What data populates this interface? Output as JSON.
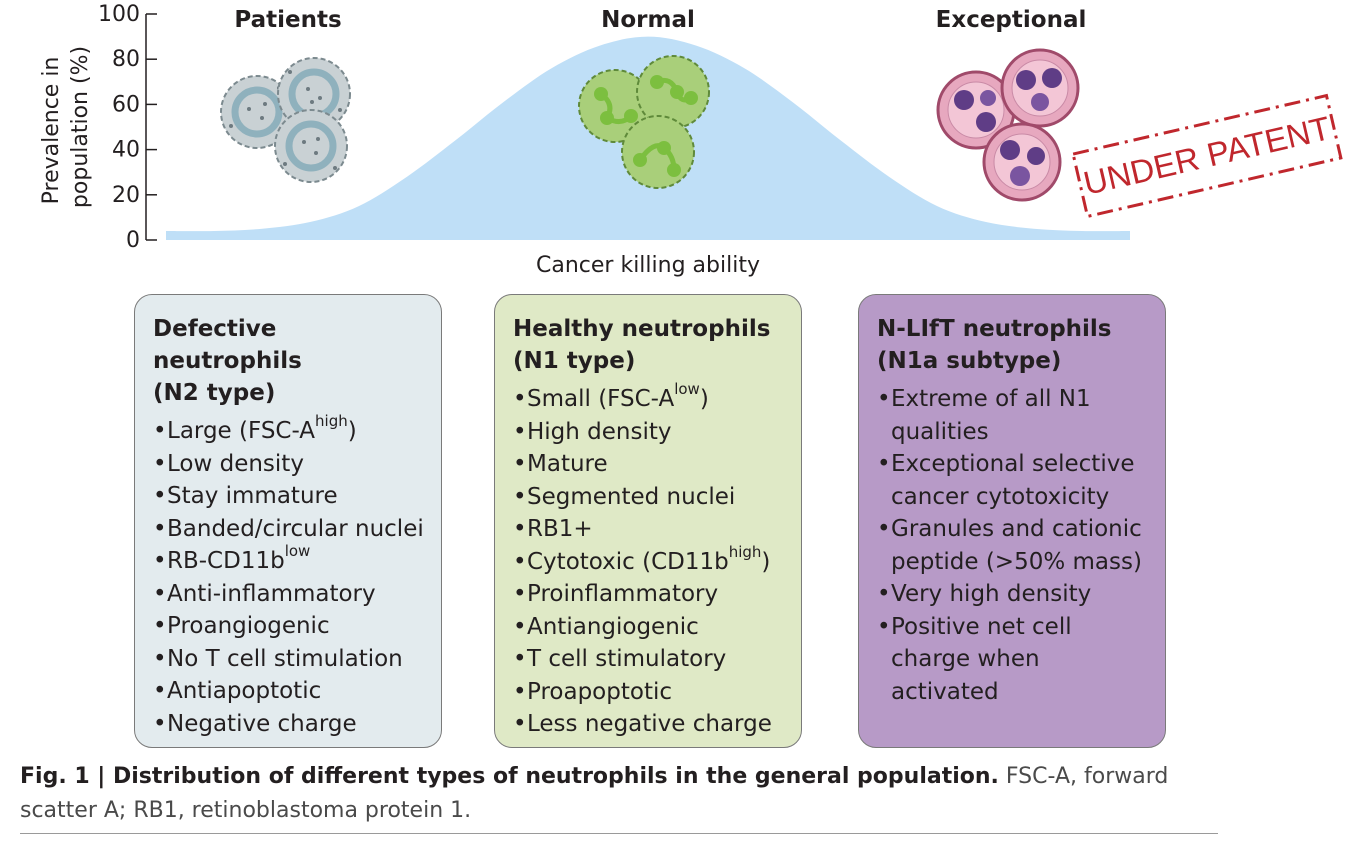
{
  "chart_data": {
    "type": "area",
    "ylabel_lines": [
      "Prevalence in",
      "population (%)"
    ],
    "xlabel": "Cancer killing ability",
    "ylim": [
      0,
      100
    ],
    "yticks": [
      0,
      20,
      40,
      60,
      80,
      100
    ],
    "curve": {
      "x": [
        0,
        5,
        10,
        15,
        20,
        25,
        30,
        35,
        40,
        45,
        50,
        55,
        60,
        65,
        70,
        75,
        80,
        85,
        90,
        95,
        100
      ],
      "y": [
        4,
        4,
        5,
        8,
        15,
        28,
        44,
        61,
        76,
        86,
        90,
        86,
        76,
        61,
        44,
        28,
        15,
        8,
        5,
        4,
        4
      ]
    },
    "groups": [
      "Patients",
      "Normal",
      "Exceptional"
    ]
  },
  "stamp": "UNDER PATENT",
  "cards": {
    "n2": {
      "title_line1": "Defective neutrophils",
      "title_line2": "(N2 type)",
      "items": {
        "i0_base": "Large (FSC-A",
        "i0_sup": "high",
        "i0_end": ")",
        "i1": "Low density",
        "i2": "Stay immature",
        "i3": "Banded/circular nuclei",
        "i4_base": "RB-CD11b",
        "i4_sup": "low",
        "i5": "Anti-inflammatory",
        "i6": "Proangiogenic",
        "i7": "No T cell stimulation",
        "i8": "Antiapoptotic",
        "i9": "Negative charge"
      }
    },
    "n1": {
      "title_line1": "Healthy neutrophils",
      "title_line2": "(N1 type)",
      "items": {
        "i0_base": "Small (FSC-A",
        "i0_sup": "low",
        "i0_end": ")",
        "i1": "High density",
        "i2": "Mature",
        "i3": "Segmented nuclei",
        "i4": "RB1+",
        "i5_base": "Cytotoxic (CD11b",
        "i5_sup": "high",
        "i5_end": ")",
        "i6": "Proinflammatory",
        "i7": "Antiangiogenic",
        "i8": "T cell stimulatory",
        "i9": "Proapoptotic",
        "i10": "Less negative charge"
      }
    },
    "n1a": {
      "title_line1": "N-LIfT neutrophils",
      "title_line2": "(N1a subtype)",
      "items": {
        "i0": "Extreme of all N1 qualities",
        "i1": "Exceptional selective cancer cytotoxicity",
        "i2": "Granules and cationic peptide (>50% mass)",
        "i3": "Very high density",
        "i4": "Positive net cell charge when activated"
      }
    }
  },
  "caption": {
    "bold": "Fig. 1 | Distribution of different types of neutrophils in the general population.",
    "light": " FSC-A, forward scatter A; RB1, retinoblastoma protein 1."
  },
  "colors": {
    "curve_fill": "#bfdff7",
    "stamp": "#c0272d",
    "card_n2": "#e3ebee",
    "card_n1": "#dfe9c6",
    "card_n1a": "#b79ac7"
  }
}
